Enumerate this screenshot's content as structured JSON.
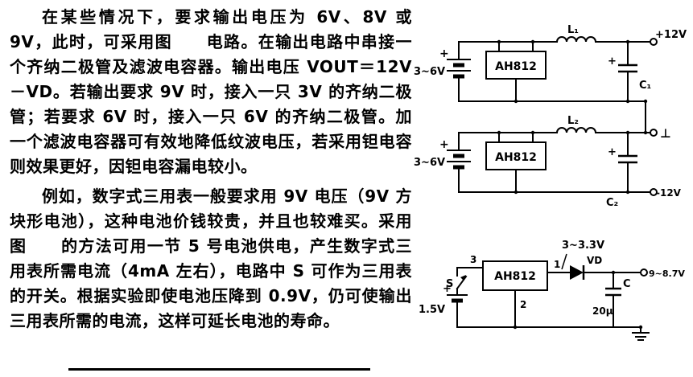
{
  "doc": {
    "para1": "在某些情况下，要求输出电压为 6V、8V 或 9V，此时，可采用图　　电路。在输出电路中串接一个齐纳二极管及滤波电容器。输出电压 VOUT＝12V－VD。若输出要求 9V 时，接入一只 3V 的齐纳二极管；若要求 6V 时，接入一只 6V 的齐纳二极管。加一个滤波电容器可有效地降低纹波电压，若采用钽电容则效果更好，因钽电容漏电较小。",
    "para2": "例如，数字式三用表一般要求用 9V 电压（9V 方块形电池），这种电池价钱较贵，并且也较难买。采用图　　的方法可用一节 5 号电池供电，产生数字式三用表所需电流（4mA 左右），电路中 S 可作为三用表的开关。根据实验即使电池压降到 0.9V，仍可使输出三用表所需的电流，这样可延长电池的寿命。"
  },
  "circuit_dual": {
    "battery_top": "3~6V",
    "battery_bottom": "3~6V",
    "ic_top": "AH812",
    "ic_bottom": "AH812",
    "inductor_top": "L₁",
    "inductor_bottom": "L₂",
    "cap_top": "C₁",
    "cap_bottom": "C₂",
    "plus": "+",
    "out_pos": "+12V",
    "out_common": "⊥",
    "out_neg": "-12V"
  },
  "circuit_single": {
    "ic": "AH812",
    "pin3": "3",
    "pin1": "1",
    "pin2": "2",
    "switch": "S",
    "battery": "1.5V",
    "plus": "+",
    "diode": "VD",
    "node_voltage": "3~3.3V",
    "output_voltage": "9~8.7V",
    "cap": "C",
    "cap_value": "20μ"
  }
}
